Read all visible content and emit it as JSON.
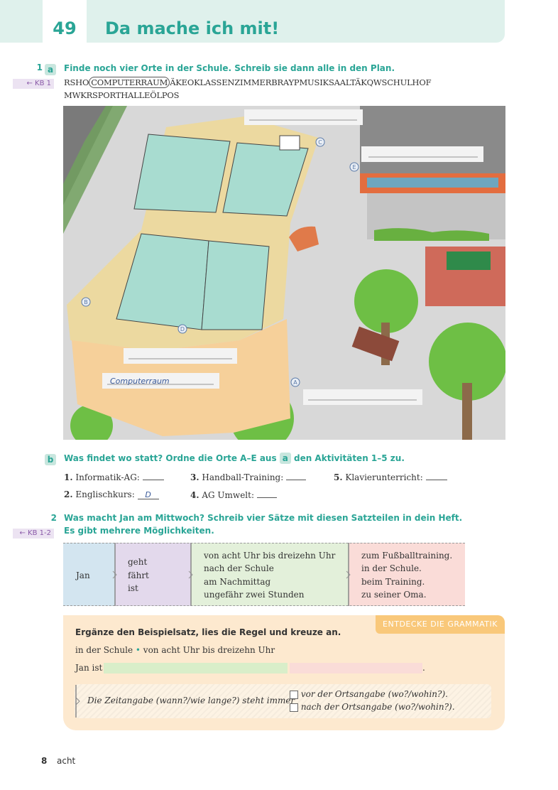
{
  "header": {
    "lesson_number": "49",
    "title": "Da mache ich mit!"
  },
  "ex1": {
    "number": "1",
    "part_a": "a",
    "kb": "← KB 1",
    "instruction": "Finde noch vier Orte in der Schule. Schreib sie dann alle in den Plan.",
    "puzzle_prefix": "RSHO",
    "puzzle_circled": "COMPUTERRAUM",
    "puzzle_rest": "ÄKEOKLASSENZIMMERBRAYPMUSIKSAALTÄKQWSCHULHOF",
    "puzzle_line2": "MWKRSPORTHALLEÖLPOS"
  },
  "illustration": {
    "labels": [
      "A",
      "B",
      "C",
      "D",
      "E"
    ],
    "handwritten_answer": "Computerraum"
  },
  "ex1b": {
    "part_b": "b",
    "instruction_pre": "Was findet wo statt? Ordne die Orte A–E aus",
    "instruction_badge": "a",
    "instruction_post": "den Aktivitäten 1–5 zu.",
    "activities": [
      {
        "num": "1.",
        "label": "Informatik-AG:",
        "answer": ""
      },
      {
        "num": "2.",
        "label": "Englischkurs:",
        "answer": "D"
      },
      {
        "num": "3.",
        "label": "Handball-Training:",
        "answer": ""
      },
      {
        "num": "4.",
        "label": "AG Umwelt:",
        "answer": ""
      },
      {
        "num": "5.",
        "label": "Klavierunterricht:",
        "answer": ""
      }
    ]
  },
  "ex2": {
    "number": "2",
    "kb": "← KB 1-2",
    "instruction_line1": "Was macht Jan am Mittwoch? Schreib vier Sätze mit diesen Satzteilen in dein Heft.",
    "instruction_line2": "Es gibt mehrere Möglichkeiten.",
    "col1": [
      "Jan"
    ],
    "col2": [
      "geht",
      "fährt",
      "ist"
    ],
    "col3": [
      "von acht Uhr bis dreizehn Uhr",
      "nach der Schule",
      "am Nachmittag",
      "ungefähr zwei Stunden"
    ],
    "col4": [
      "zum Fußballtraining.",
      "in der Schule.",
      "beim Training.",
      "zu seiner Oma."
    ],
    "colors": {
      "col1": "#d3e5f0",
      "col2": "#e3d9ec",
      "col3": "#e3f0da",
      "col4": "#fadcd8"
    }
  },
  "grammar": {
    "tag": "ENTDECKE DIE GRAMMATIK",
    "instruction": "Ergänze den Beispielsatz, lies die Regel und kreuze an.",
    "phrase1": "in der Schule",
    "bullet": "•",
    "phrase2": "von acht Uhr bis dreizehn Uhr",
    "sentence_start": "Jan ist",
    "sentence_end": ".",
    "rule_text": "Die Zeitangabe (wann?/wie lange?) steht immer",
    "option1": "vor der Ortsangabe (wo?/wohin?).",
    "option2": "nach der Ortsangabe (wo?/wohin?)."
  },
  "footer": {
    "page_number": "8",
    "page_word": "acht"
  }
}
